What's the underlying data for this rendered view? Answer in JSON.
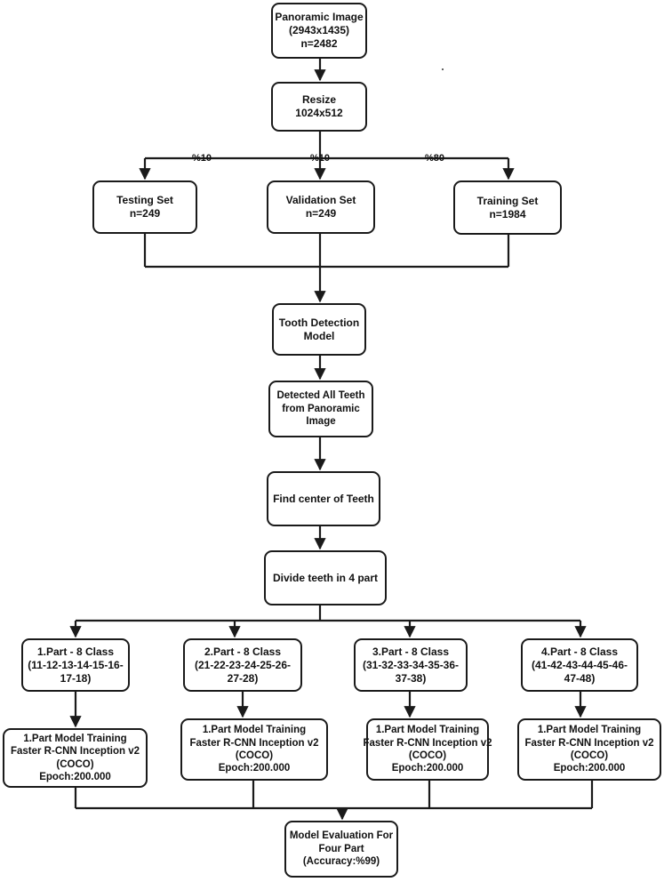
{
  "colors": {
    "line": "#1a1a1a",
    "box_border": "#1a1a1a",
    "box_fill": "#ffffff",
    "text": "#111111"
  },
  "nodes": {
    "panoramic": {
      "line1": "Panoramic Image",
      "line2": "(2943x1435)",
      "line3": "n=2482"
    },
    "resize": {
      "line1": "Resize",
      "line2": "1024x512"
    },
    "testing": {
      "line1": "Testing Set",
      "line2": "n=249"
    },
    "validation": {
      "line1": "Validation Set",
      "line2": "n=249"
    },
    "training": {
      "line1": "Training Set",
      "line2": "n=1984"
    },
    "detection_model": {
      "line1": "Tooth Detection",
      "line2": "Model"
    },
    "detected": {
      "line1": "Detected All Teeth",
      "line2": "from Panoramic",
      "line3": "Image"
    },
    "center": {
      "line1": "Find center of Teeth"
    },
    "divide": {
      "line1": "Divide teeth in 4 part"
    },
    "part1": {
      "line1": "1.Part - 8 Class",
      "line2": "(11-12-13-14-15-16-",
      "line3": "17-18)"
    },
    "part2": {
      "line1": "2.Part - 8 Class",
      "line2": "(21-22-23-24-25-26-",
      "line3": "27-28)"
    },
    "part3": {
      "line1": "3.Part - 8 Class",
      "line2": "(31-32-33-34-35-36-",
      "line3": "37-38)"
    },
    "part4": {
      "line1": "4.Part - 8 Class",
      "line2": "(41-42-43-44-45-46-",
      "line3": "47-48)"
    },
    "train1": {
      "line1": "1.Part Model Training",
      "line2": "Faster R-CNN Inception v2",
      "line3": "(COCO)",
      "line4": "Epoch:200.000"
    },
    "train2": {
      "line1": "1.Part Model Training",
      "line2": "Faster R-CNN Inception v2",
      "line3": "(COCO)",
      "line4": "Epoch:200.000"
    },
    "train3": {
      "line1": "1.Part Model Training",
      "line2": "Faster R-CNN Inception v2",
      "line3": "(COCO)",
      "line4": "Epoch:200.000"
    },
    "train4": {
      "line1": "1.Part Model Training",
      "line2": "Faster R-CNN Inception v2",
      "line3": "(COCO)",
      "line4": "Epoch:200.000"
    },
    "evaluation": {
      "line1": "Model Evaluation For",
      "line2": "Four Part",
      "line3": "(Accuracy:%99)"
    }
  },
  "split_labels": {
    "testing": "%10",
    "validation": "%10",
    "training": "%80"
  }
}
